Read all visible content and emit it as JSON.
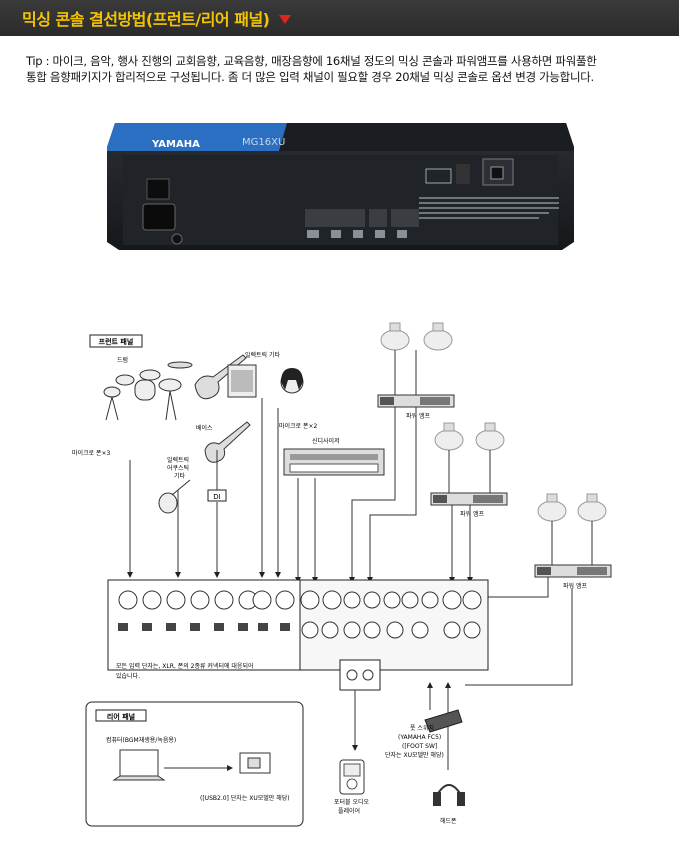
{
  "header": {
    "title": "믹싱 콘솔 결선방법(프런트/리어 패널)"
  },
  "tip": {
    "line1": "Tip : 마이크, 음악, 행사 진행의 교회음향, 교육음향, 매장음향에 16채널 정도의 믹싱 콘솔과 파워앰프를 사용하면 파워풀한",
    "line2": "통합 음향패키지가 합리적으로 구성됩니다. 좀 더 많은 입력 채널이 필요할 경우 20채널 믹싱 콘솔로 옵션 변경 가능합니다."
  },
  "device": {
    "brand": "YAMAHA",
    "model": "MG16XU"
  },
  "diagram": {
    "front_panel_label": "프런트 패널",
    "drum": "드럼",
    "electric_guitar": "일렉트릭 기타",
    "bass": "베이스",
    "mic_x3": "마이크로 폰×3",
    "mic_x2": "마이크로 폰×2",
    "acoustic_guitar": [
      "일렉트릭",
      "어쿠스틱",
      "기타"
    ],
    "di": "DI",
    "synthesizer": "신디사이저",
    "power_amp": "파워 앰프",
    "inputs_note_1": "모든 입력 단자는, XLR, 폰의 2종류 커넥터에 대응되어",
    "inputs_note_2": "있습니다.",
    "rear_panel_label": "리어 패널",
    "computer": "컴퓨터(BGM재생용/녹음용)",
    "usb_note": "([USB2.0] 단자는 XU모델만 해당)",
    "footswitch": [
      "풋 스위치",
      "(YAMAHA FC5)",
      "([FOOT SW]",
      "단자는 XU모델만 해당)"
    ],
    "portable_player": [
      "포터블 오디오",
      "플레이어"
    ],
    "headphones": "헤드폰"
  }
}
